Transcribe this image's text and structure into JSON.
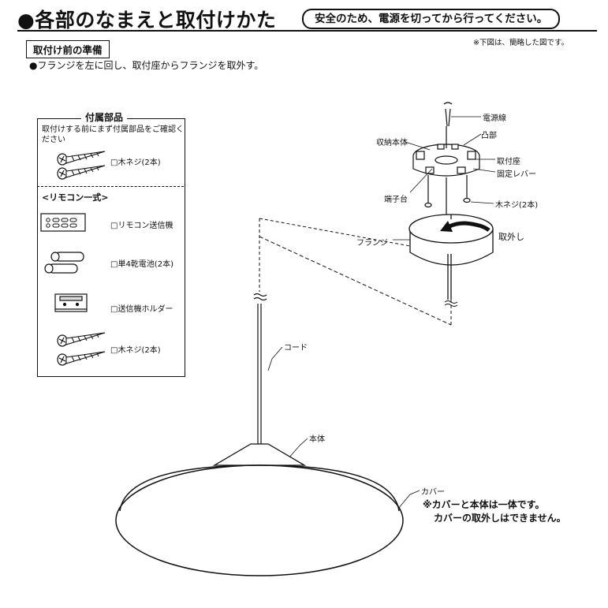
{
  "header": {
    "title": "●各部のなまえと取付けかた",
    "warning": "安全のため、電源を切ってから行ってください。"
  },
  "prep": {
    "heading": "取付け前の準備",
    "note": "※下図は、簡略した図です。",
    "instruction": "●フランジを左に回し、取付座からフランジを取外す。"
  },
  "parts": {
    "title": "付属部品",
    "intro": "取付けする前にまず付属部品をご確認ください",
    "items_top": [
      {
        "label": "□木ネジ(2本)",
        "icon": "wood-screw-icon"
      }
    ],
    "remote_heading": "<リモコン一式>",
    "items_remote": [
      {
        "label": "□リモコン送信機",
        "icon": "remote-control-icon"
      },
      {
        "label": "□単4乾電池(2本)",
        "icon": "battery-icon"
      },
      {
        "label": "□送信機ホルダー",
        "icon": "holder-icon"
      },
      {
        "label": "□木ネジ(2本)",
        "icon": "wood-screw-icon"
      }
    ]
  },
  "diagram_labels": {
    "power_cord": "電源線",
    "convex": "凸部",
    "housing": "収納本体",
    "mount": "取付座",
    "lock_lever": "固定レバー",
    "terminal": "端子台",
    "wood_screw": "木ネジ(2本)",
    "flange": "フランジ",
    "remove": "取外し",
    "cord": "コード",
    "body": "本体",
    "cover": "カバー"
  },
  "cover_note": {
    "line1": "※カバーと本体は一体です。",
    "line2": "カバーの取外しはできません。"
  }
}
